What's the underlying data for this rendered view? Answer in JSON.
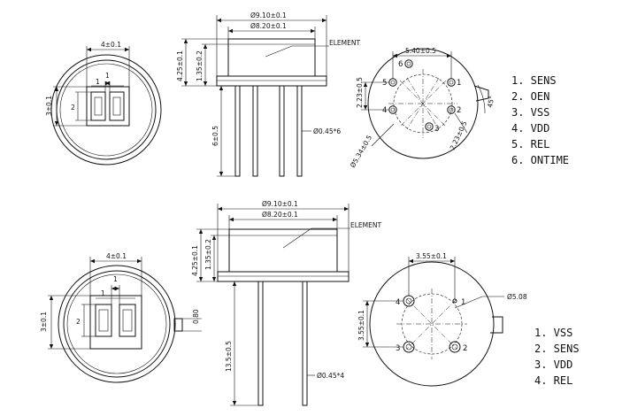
{
  "top": {
    "body_diameter": "Ø9.10±0.1",
    "window_diameter": "Ø8.20±0.1",
    "element_label": "ELEMENT",
    "height": "4.25±0.1",
    "cap_height": "1.35±0.2",
    "lead_length": "6±0.5",
    "lead_diameter": "Ø0.45*6",
    "sensor_width": "4±0.1",
    "sensor_height": "3±0.1",
    "sensor_small_1": "1",
    "sensor_small_2": "1",
    "sensor_small_3": "2",
    "pin_spacing_top": "5.40±0.5",
    "pin_spacing_left": "2.23±0.5",
    "pin_circle": "Ø5.34±0.5",
    "pin_spacing_right": "2.23±0.5",
    "tab_angle": "45°",
    "pins": [
      "1",
      "2",
      "3",
      "4",
      "5",
      "6"
    ],
    "legend": [
      "1. SENS",
      "2. OEN",
      "3. VSS",
      "4. VDD",
      "5. REL",
      "6. ONTIME"
    ]
  },
  "bottom": {
    "body_diameter": "Ø9.10±0.1",
    "window_diameter": "Ø8.20±0.1",
    "element_label": "ELEMENT",
    "height": "4.25±0.1",
    "cap_height": "1.35±0.2",
    "lead_length": "13.5±0.5",
    "lead_diameter": "Ø0.45*4",
    "sensor_width": "4±0.1",
    "sensor_height": "3±0.1",
    "sensor_small_1": "1",
    "sensor_small_2": "1",
    "sensor_small_3": "2",
    "tab_width": "0.80",
    "pin_spacing_top": "3.55±0.1",
    "pin_spacing_left": "3.55±0.1",
    "pin_circle": "Ø5.08",
    "pins": [
      "1",
      "2",
      "3",
      "4"
    ],
    "legend": [
      "1. VSS",
      "2. SENS",
      "3. VDD",
      "4. REL"
    ]
  }
}
